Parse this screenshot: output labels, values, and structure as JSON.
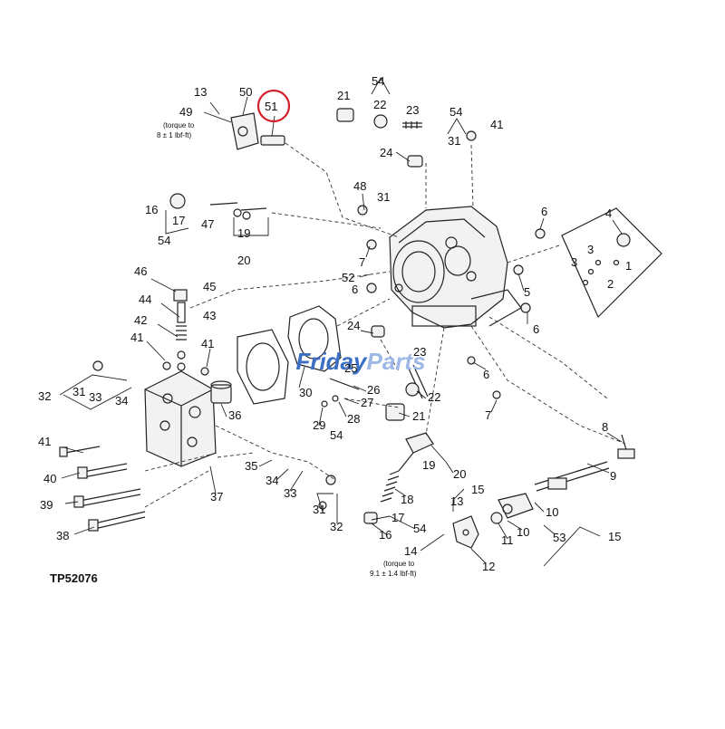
{
  "figure_code": "TP52076",
  "watermark": {
    "left": "Friday",
    "right": "Parts",
    "color_main": "#3b6fc4",
    "color_light": "#9db8e6"
  },
  "highlight": {
    "label": "51",
    "color": "#d21f2a"
  },
  "notes": {
    "top_torque_1": "(torque to",
    "top_torque_2": "8 ± 1 lbf-ft)",
    "bottom_torque_1": "(torque to",
    "bottom_torque_2": "9.1 ± 1.4 lbf-ft)"
  },
  "callouts": [
    "13",
    "50",
    "49",
    "51",
    "21",
    "54",
    "22",
    "23",
    "54",
    "31",
    "41",
    "24",
    "48",
    "31",
    "16",
    "17",
    "47",
    "19",
    "54",
    "20",
    "6",
    "4",
    "3",
    "3",
    "1",
    "2",
    "7",
    "52",
    "6",
    "5",
    "6",
    "46",
    "45",
    "44",
    "43",
    "42",
    "41",
    "41",
    "24",
    "23",
    "25",
    "6",
    "7",
    "32",
    "31",
    "33",
    "34",
    "36",
    "30",
    "26",
    "27",
    "22",
    "21",
    "29",
    "28",
    "54",
    "8",
    "9",
    "41",
    "37",
    "35",
    "34",
    "33",
    "19",
    "20",
    "40",
    "39",
    "31",
    "32",
    "18",
    "15",
    "13",
    "17",
    "54",
    "16",
    "10",
    "10",
    "11",
    "53",
    "15",
    "38",
    "14",
    "12"
  ]
}
